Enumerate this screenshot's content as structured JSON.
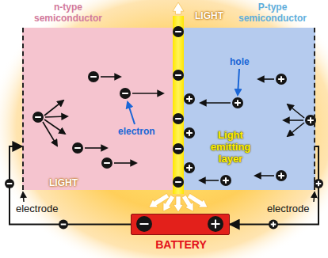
{
  "diagram": {
    "nodes": [
      {
        "text": [
          "n-type semiconductor"
        ]
      },
      {
        "text": [
          "P-type semiconductor"
        ]
      },
      {
        "text": [
          "BATTERY"
        ]
      }
    ],
    "edges": [
      {
        "from": 2,
        "to": 0,
        "arrow": "to"
      },
      {
        "from": 1,
        "to": 2,
        "arrow": "to"
      }
    ],
    "labels": [
      "LIGHT",
      "electron",
      "hole",
      "Light emitting layer",
      "LIGHT",
      "electrode",
      "electrode"
    ]
  }
}
